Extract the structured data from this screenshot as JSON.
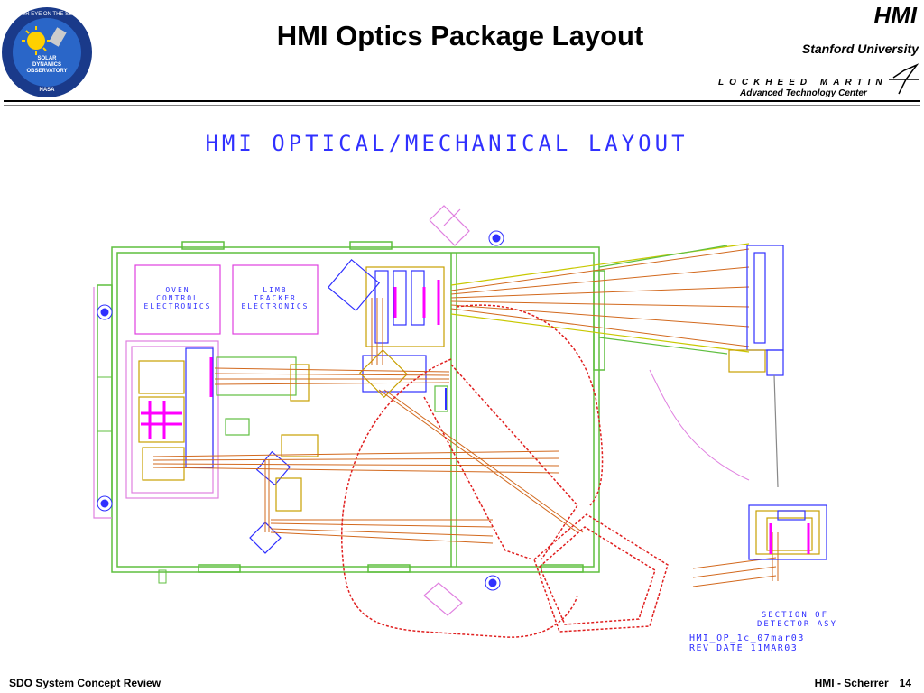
{
  "header": {
    "title": "HMI Optics Package Layout",
    "hmi": "HMI",
    "stanford": "Stanford University",
    "lockheed": "LOCKHEED MARTIN",
    "lockheed_sub": "Advanced Technology Center"
  },
  "logo": {
    "ring_text": "OUR EYE ON THE SUN",
    "line1": "SOLAR",
    "line2": "DYNAMICS",
    "line3": "OBSERVATORY",
    "agency": "NASA"
  },
  "drawing": {
    "title": "HMI OPTICAL/MECHANICAL LAYOUT",
    "oven_1": "OVEN",
    "oven_2": "CONTROL",
    "oven_3": "ELECTRONICS",
    "limb_1": "LIMB",
    "limb_2": "TRACKER",
    "limb_3": "ELECTRONICS",
    "section_1": "SECTION OF",
    "section_2": "DETECTOR ASY",
    "file_ref": "HMI_OP_1c_07mar03",
    "rev_date": "REV DATE 11MAR03"
  },
  "footer": {
    "left": "SDO System Concept Review",
    "right": "HMI - Scherrer",
    "page": "14"
  },
  "colors": {
    "frame": "#5fbf3f",
    "beam": "#d2691e",
    "outline_red": "#e02020",
    "magenta": "#ff00ff",
    "cad_text": "#3030ff",
    "yellow": "#c8c800"
  }
}
